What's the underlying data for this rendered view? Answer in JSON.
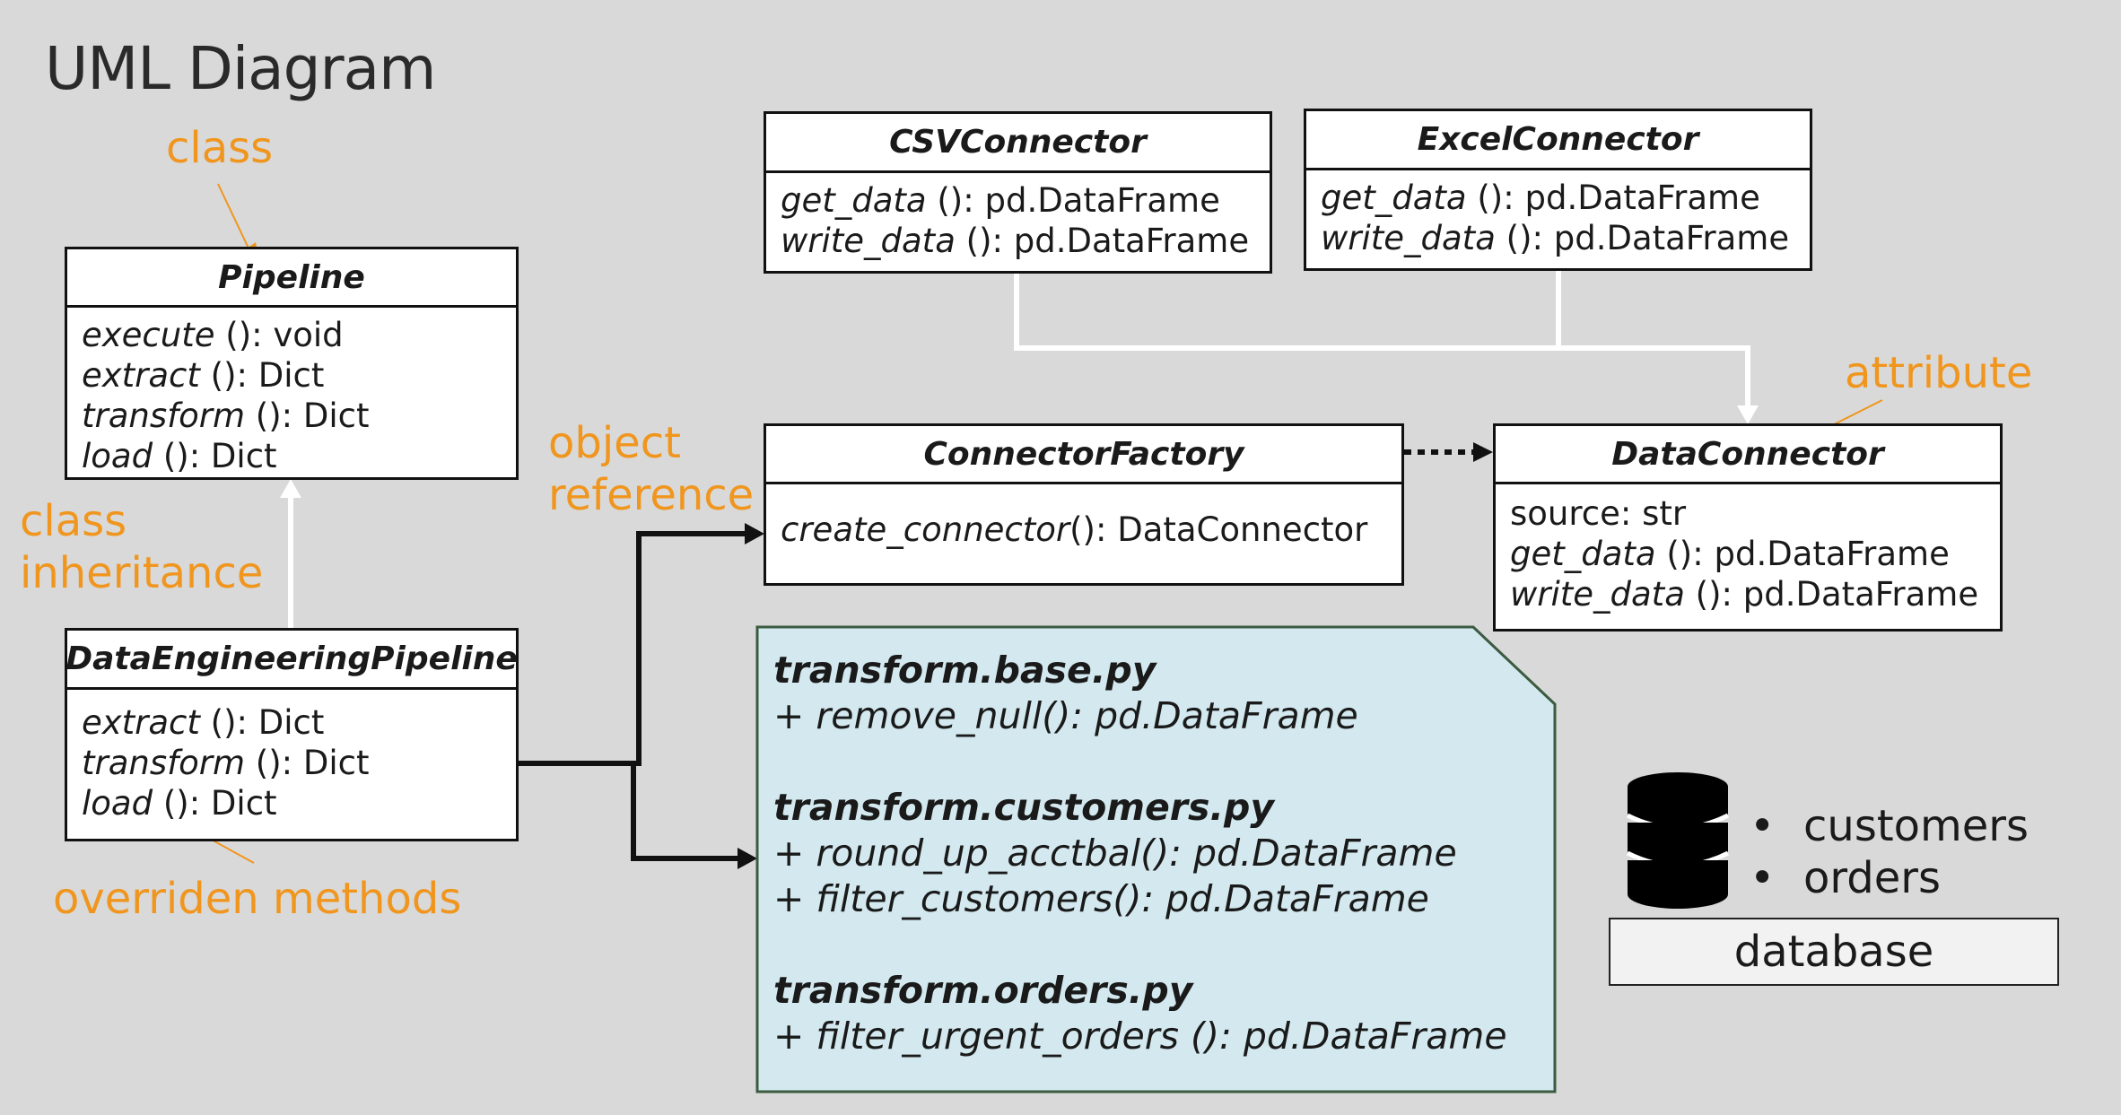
{
  "title": "UML Diagram",
  "annotations": {
    "class": "class",
    "class_inheritance_1": "class",
    "class_inheritance_2": "inheritance",
    "object_reference_1": "object",
    "object_reference_2": "reference",
    "overriden_methods": "overriden methods",
    "attribute": "attribute"
  },
  "colors": {
    "annotation": "#f0961e",
    "background": "#d9d9d9",
    "note_fill": "#d3e9ef",
    "note_border": "#3b5a40"
  },
  "classes": {
    "pipeline": {
      "name": "Pipeline",
      "methods": [
        {
          "name": "execute",
          "sig": " (): void"
        },
        {
          "name": "extract",
          "sig": " (): Dict"
        },
        {
          "name": "transform",
          "sig": " (): Dict"
        },
        {
          "name": "load",
          "sig": " (): Dict"
        }
      ]
    },
    "dep": {
      "name": "DataEngineeringPipeline",
      "methods": [
        {
          "name": "extract",
          "sig": " (): Dict"
        },
        {
          "name": "transform",
          "sig": " (): Dict"
        },
        {
          "name": "load",
          "sig": " (): Dict"
        }
      ]
    },
    "csv": {
      "name": "CSVConnector",
      "methods": [
        {
          "name": "get_data",
          "sig": " (): pd.DataFrame"
        },
        {
          "name": "write_data",
          "sig": " (): pd.DataFrame"
        }
      ]
    },
    "excel": {
      "name": "ExcelConnector",
      "methods": [
        {
          "name": "get_data",
          "sig": " (): pd.DataFrame"
        },
        {
          "name": "write_data",
          "sig": " (): pd.DataFrame"
        }
      ]
    },
    "factory": {
      "name": "ConnectorFactory",
      "methods": [
        {
          "name": "create_connector",
          "sig": "(): DataConnector"
        }
      ]
    },
    "dc": {
      "name": "DataConnector",
      "attribute": "source: str",
      "methods": [
        {
          "name": "get_data",
          "sig": " (): pd.DataFrame"
        },
        {
          "name": "write_data",
          "sig": " (): pd.DataFrame"
        }
      ]
    }
  },
  "note": {
    "files": [
      {
        "file": "transform.base.py",
        "funcs": [
          "+ remove_null(): pd.DataFrame"
        ]
      },
      {
        "file": "transform.customers.py",
        "funcs": [
          "+ round_up_acctbal(): pd.DataFrame",
          "+ filter_customers(): pd.DataFrame"
        ]
      },
      {
        "file": "transform.orders.py",
        "funcs": [
          "+ filter_urgent_orders (): pd.DataFrame"
        ]
      }
    ]
  },
  "database": {
    "icon": "database-icon",
    "items": [
      "customers",
      "orders"
    ],
    "bullet": "•",
    "label": "database"
  }
}
